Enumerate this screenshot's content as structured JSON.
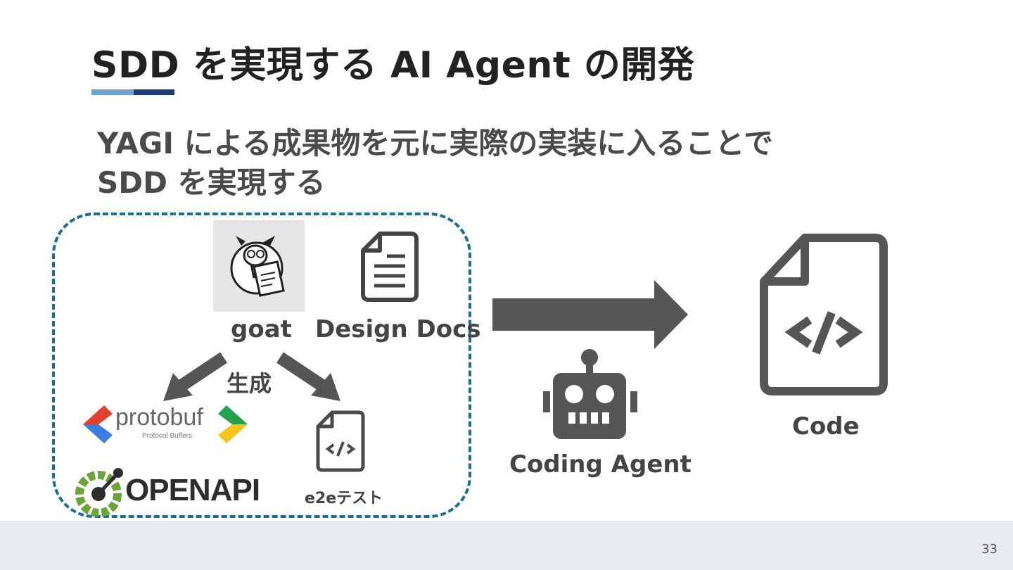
{
  "slide": {
    "title": "SDD を実現する AI Agent の開発",
    "subtitle_line1": "YAGI による成果物を元に実際の実装に入ることで",
    "subtitle_line2": "SDD を実現する",
    "page_number": "33"
  },
  "left_group": {
    "goat_label": "goat",
    "design_docs_label": "Design Docs",
    "generate_label": "生成",
    "protobuf_word": "protobuf",
    "protobuf_sub": "Protocol Buffers",
    "openapi_word": "OPENAPI",
    "e2e_label": "e2eテスト"
  },
  "right_group": {
    "agent_label": "Coding Agent",
    "code_label": "Code"
  },
  "colors": {
    "dash_border": "#1c6f94",
    "icon_gray": "#555555",
    "accent_light": "#6fa3cc",
    "accent_dark": "#1f3a78"
  }
}
